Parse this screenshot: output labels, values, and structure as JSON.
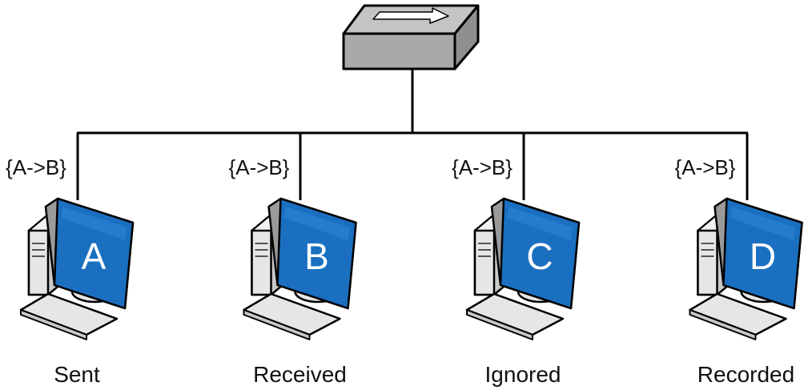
{
  "colors": {
    "line": "#000000",
    "switch_top": "#c4c4c4",
    "switch_front": "#a9a9a9",
    "switch_side": "#8f8f8f",
    "screen_blue": "#1b6fc0",
    "screen_blue_light": "#2a86d8",
    "computer_body": "#e6e6e6",
    "computer_shade": "#c9c9c9"
  },
  "switch": {
    "icon": "switch-icon",
    "arrow_icon": "arrow-right-icon"
  },
  "computers": [
    {
      "letter": "A",
      "packet": "{A->B}",
      "status": "Sent"
    },
    {
      "letter": "B",
      "packet": "{A->B}",
      "status": "Received"
    },
    {
      "letter": "C",
      "packet": "{A->B}",
      "status": "Ignored"
    },
    {
      "letter": "D",
      "packet": "{A->B}",
      "status": "Recorded"
    }
  ]
}
